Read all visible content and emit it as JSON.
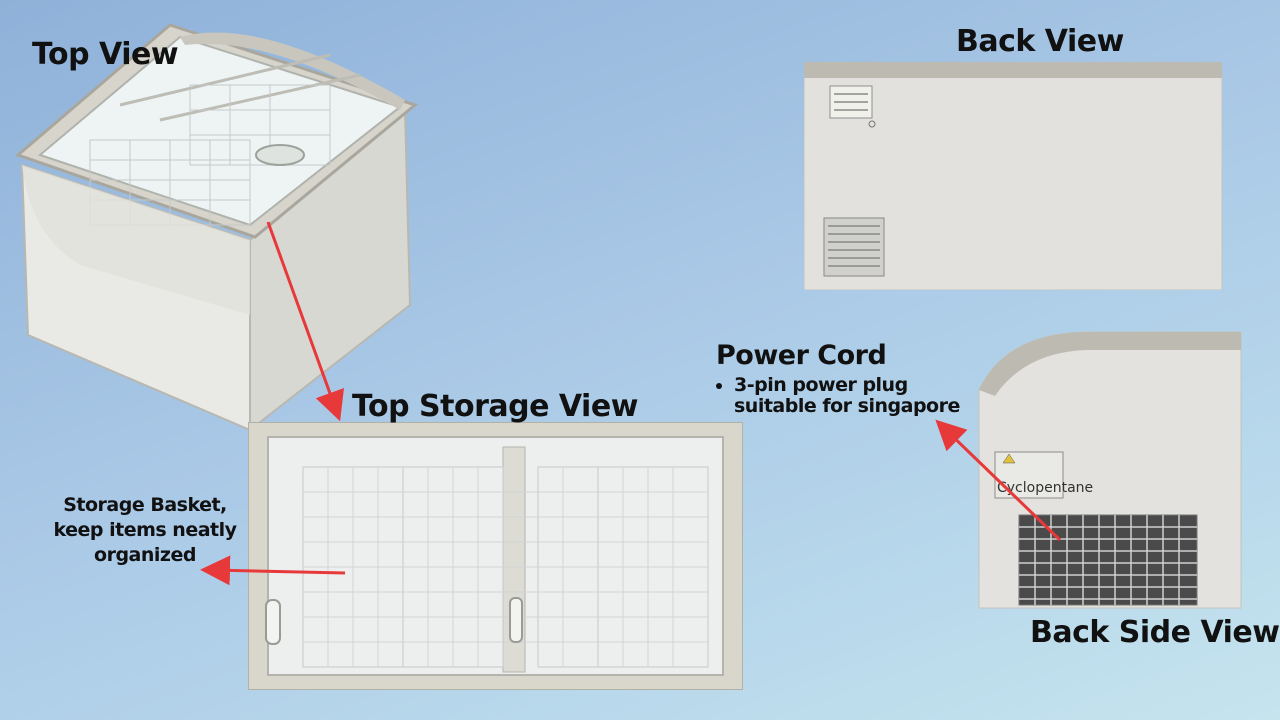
{
  "labels": {
    "top_view": "Top View",
    "back_view": "Back View",
    "top_storage_view": "Top Storage View",
    "back_side_view": "Back Side View",
    "power_cord_title": "Power Cord",
    "power_cord_bullets": [
      "3-pin power plug",
      "suitable for singapore"
    ],
    "storage_basket_lines": [
      "Storage Basket,",
      "keep items neatly",
      "organized"
    ],
    "panel_sticker": "Cyclopentane"
  },
  "colors": {
    "arrow": "#e8393a",
    "text": "#111111",
    "freezer_body": "#e4e4e0",
    "trim": "#c8c6bd"
  }
}
